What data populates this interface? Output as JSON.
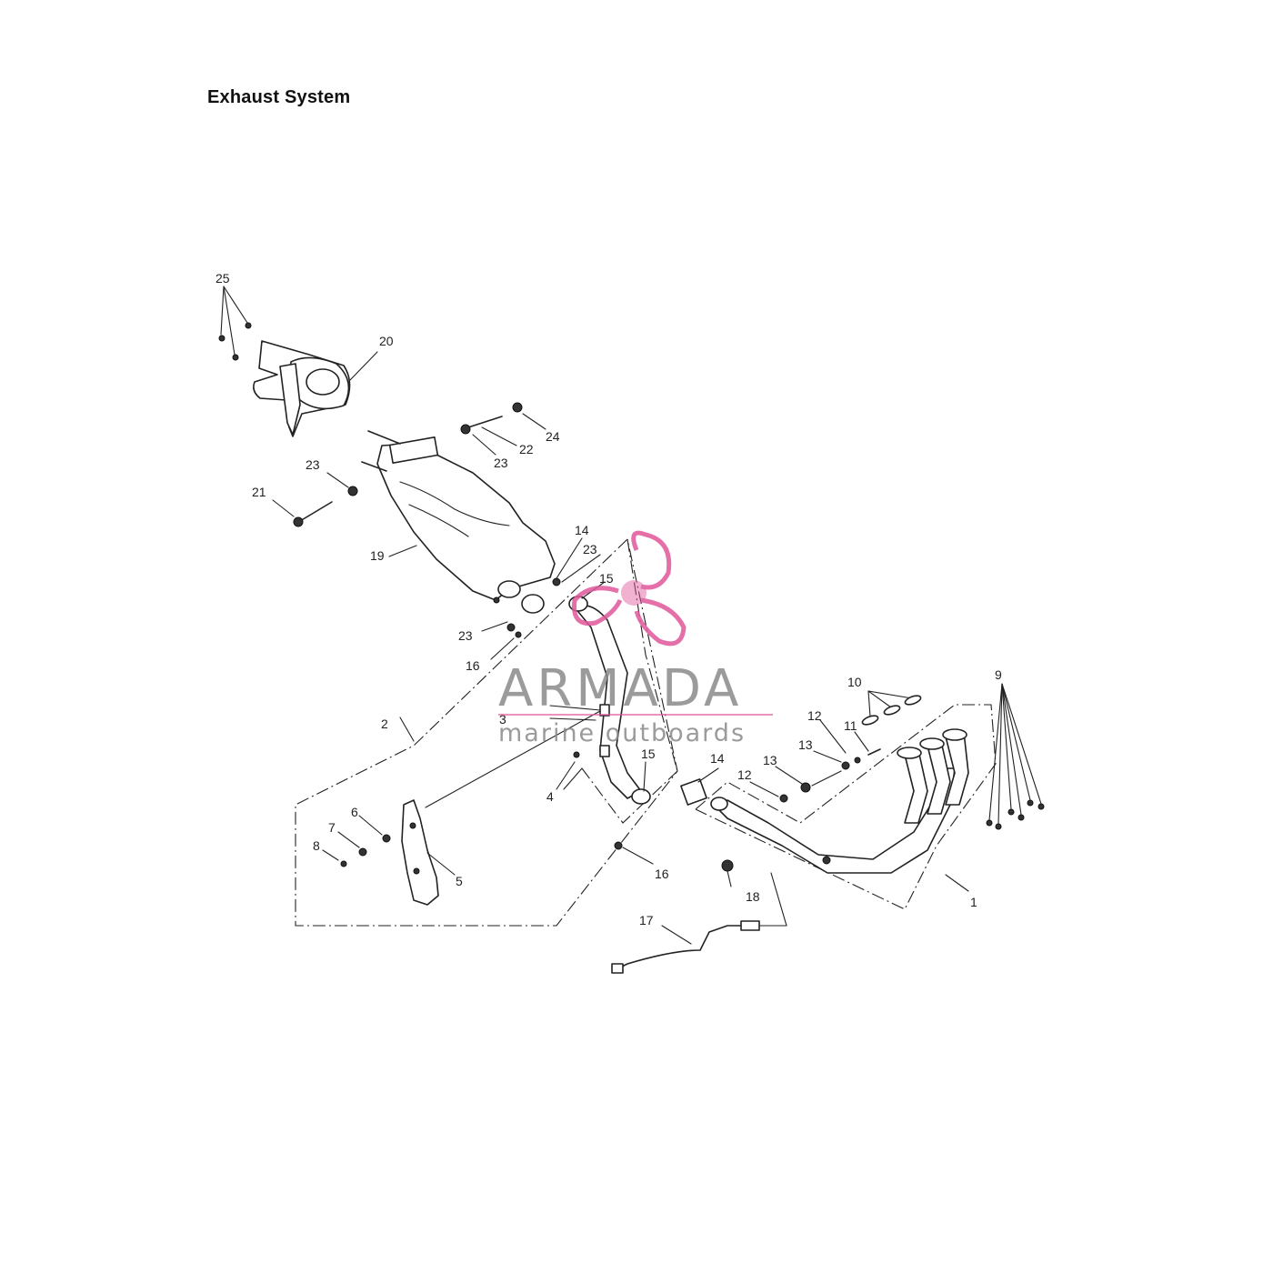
{
  "title": "Exhaust System",
  "watermark": {
    "brand": "ARMADA",
    "tagline": "marine outboards",
    "accent_color": "#e0579b",
    "icon": "propeller-icon"
  },
  "callouts": [
    "1",
    "2",
    "3",
    "4",
    "5",
    "6",
    "7",
    "8",
    "9",
    "10",
    "11",
    "12",
    "12",
    "13",
    "13",
    "14",
    "14",
    "15",
    "15",
    "16",
    "16",
    "17",
    "18",
    "19",
    "20",
    "21",
    "22",
    "23",
    "23",
    "23",
    "23",
    "24",
    "25"
  ]
}
